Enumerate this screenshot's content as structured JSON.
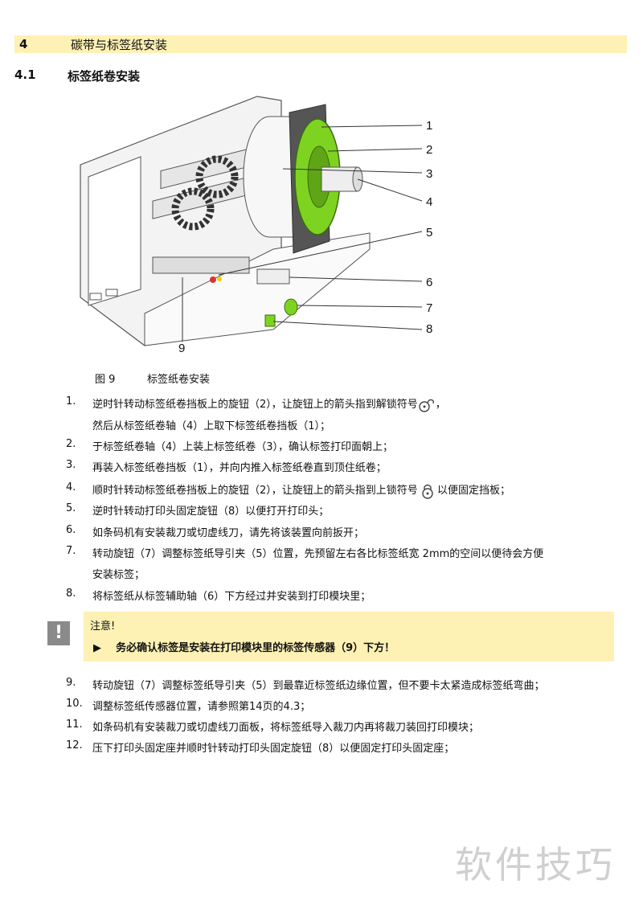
{
  "section": {
    "number": "4",
    "title": "碳带与标签纸安装"
  },
  "subsection": {
    "number": "4.1",
    "title": "标签纸卷安装"
  },
  "figure": {
    "callouts": [
      "1",
      "2",
      "3",
      "4",
      "5",
      "6",
      "7",
      "8",
      "9"
    ],
    "caption_label": "图 9",
    "caption_text": "标签纸卷安装"
  },
  "steps": [
    {
      "n": "1.",
      "text": "逆时针转动标签纸卷挡板上的旋钮（2），让旋钮上的箭头指到解锁符号",
      "icon": "unlock-icon",
      "tail": "，"
    },
    {
      "n": "",
      "text": "然后从标签纸卷轴（4）上取下标签纸卷挡板（1）；"
    },
    {
      "n": "2.",
      "text": "于标签纸卷轴（4）上装上标签纸卷（3），确认标签打印面朝上；"
    },
    {
      "n": "3.",
      "text": "再装入标签纸卷挡板（1），并向内推入标签纸卷直到顶住纸卷；"
    },
    {
      "n": "4.",
      "text": "顺时针转动标签纸卷挡板上的旋钮（2），让旋钮上的箭头指到上锁符号",
      "icon": "lock-icon",
      "tail": " 以便固定挡板；"
    },
    {
      "n": "5.",
      "text": "逆时针转动打印头固定旋钮（8）以便打开打印头；"
    },
    {
      "n": "6.",
      "text": "如条码机有安装裁刀或切虚线刀，请先将该装置向前扳开；"
    },
    {
      "n": "7.",
      "text": "转动旋钮（7）调整标签纸导引夹（5）位置，先预留左右各比标签纸宽  2mm的空间以便待会方便"
    },
    {
      "n": "",
      "text": "安装标签；"
    },
    {
      "n": "8.",
      "text": "将标签纸从标签辅助轴（6）下方经过并安装到打印模块里；"
    }
  ],
  "note": {
    "title": "注意!",
    "bullet": "▶",
    "text": "务必确认标签是安装在打印模块里的标签传感器（9）下方！"
  },
  "steps_after": [
    {
      "n": "9.",
      "text": "转动旋钮（7）调整标签纸导引夹（5）到最靠近标签纸边缘位置，但不要卡太紧造成标签纸弯曲；"
    },
    {
      "n": "10.",
      "text": "调整标签纸传感器位置，请参照第14页的4.3；"
    },
    {
      "n": "11.",
      "text": "如条码机有安装裁刀或切虚线刀面板，将标签纸导入裁刀内再将裁刀装回打印模块；"
    },
    {
      "n": "12.",
      "text": "压下打印头固定座并顺时针转动打印头固定旋钮（8）以便固定打印头固定座；"
    }
  ],
  "watermark": "软件技巧",
  "colors": {
    "highlight": "#fdf1b4",
    "knob_green": "#7ed321",
    "warn_gray": "#8a8a8a"
  }
}
